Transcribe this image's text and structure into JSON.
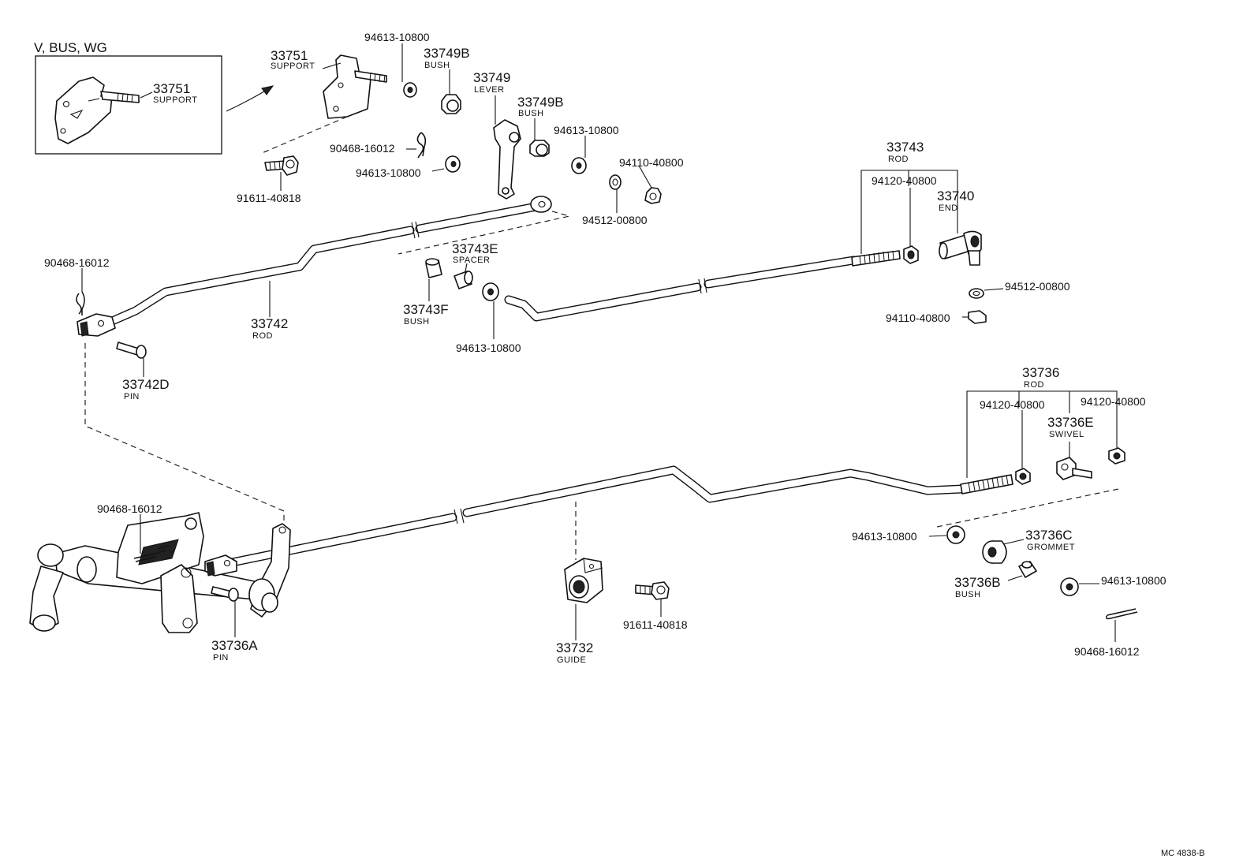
{
  "diagram": {
    "inset": {
      "title": "V, BUS, WG",
      "number": "33751",
      "description": "SUPPORT"
    },
    "reference_code": "MC 4838-B",
    "labels": {
      "support_33751": {
        "number": "33751",
        "description": "SUPPORT"
      },
      "washer_top": {
        "number": "94613-10800"
      },
      "bush_33749B_a": {
        "number": "33749B",
        "description": "BUSH"
      },
      "lever_33749": {
        "number": "33749",
        "description": "LEVER"
      },
      "bush_33749B_b": {
        "number": "33749B",
        "description": "BUSH"
      },
      "washer_lever": {
        "number": "94613-10800"
      },
      "nut_94110_top": {
        "number": "94110-40800"
      },
      "lockwasher_94512_top": {
        "number": "94512-00800"
      },
      "clip_90468_top": {
        "number": "90468-16012"
      },
      "washer_left": {
        "number": "94613-10800"
      },
      "bolt_91611_top": {
        "number": "91611-40818"
      },
      "rod_33743": {
        "number": "33743",
        "description": "ROD"
      },
      "nut_94120_top": {
        "number": "94120-40800"
      },
      "end_33740": {
        "number": "33740",
        "description": "END"
      },
      "lockwasher_94512_right": {
        "number": "94512-00800"
      },
      "nut_94110_right": {
        "number": "94110-40800"
      },
      "clip_90468_left": {
        "number": "90468-16012"
      },
      "rod_33742": {
        "number": "33742",
        "description": "ROD"
      },
      "spacer_33743E": {
        "number": "33743E",
        "description": "SPACER"
      },
      "bush_33743F": {
        "number": "33743F",
        "description": "BUSH"
      },
      "washer_mid": {
        "number": "94613-10800"
      },
      "pin_33742D": {
        "number": "33742D",
        "description": "PIN"
      },
      "rod_33736": {
        "number": "33736",
        "description": "ROD"
      },
      "nut_94120_mid": {
        "number": "94120-40800"
      },
      "swivel_33736E": {
        "number": "33736E",
        "description": "SWIVEL"
      },
      "nut_94120_right": {
        "number": "94120-40800"
      },
      "clip_90468_lower": {
        "number": "90468-16012"
      },
      "washer_lower_left": {
        "number": "94613-10800"
      },
      "grommet_33736C": {
        "number": "33736C",
        "description": "GROMMET"
      },
      "bush_33736B": {
        "number": "33736B",
        "description": "BUSH"
      },
      "washer_lower_right": {
        "number": "94613-10800"
      },
      "clip_90468_bottom": {
        "number": "90468-16012"
      },
      "pin_33736A": {
        "number": "33736A",
        "description": "PIN"
      },
      "guide_33732": {
        "number": "33732",
        "description": "GUIDE"
      },
      "bolt_91611_bottom": {
        "number": "91611-40818"
      }
    }
  }
}
